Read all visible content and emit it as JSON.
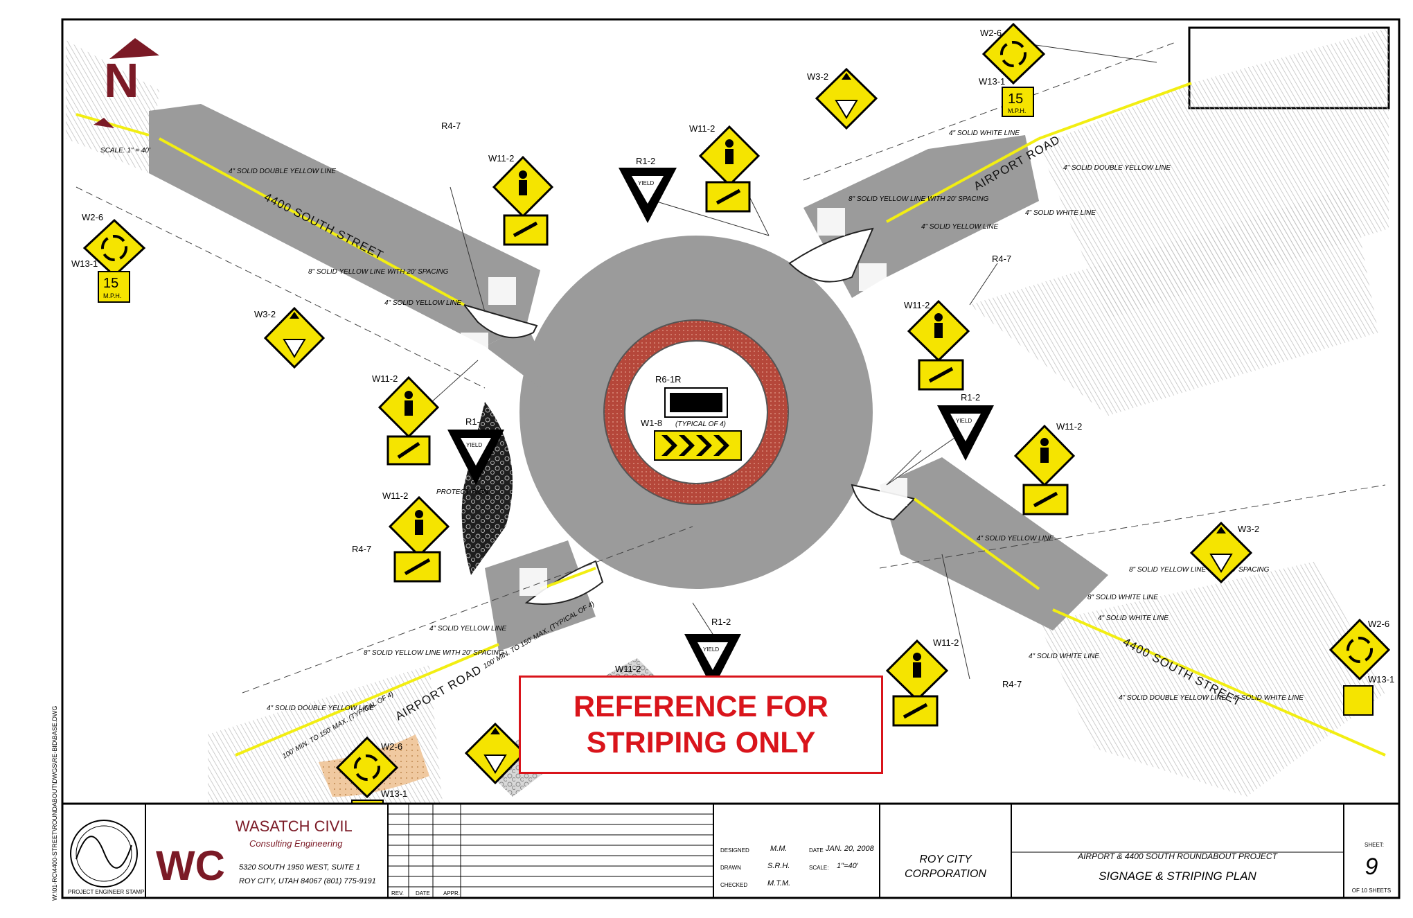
{
  "banner": {
    "line1": "REFERENCE FOR",
    "line2": "STRIPING ONLY"
  },
  "scale_note": "SCALE: 1\" = 40'",
  "streets": {
    "south_street_w": "4400 SOUTH STREET",
    "south_street_e": "4400 SOUTH STREET",
    "airport_road_ne": "AIRPORT ROAD",
    "airport_road_sw": "AIRPORT ROAD"
  },
  "sign_codes": {
    "w2_6": "W2-6",
    "w13_1": "W13-1",
    "w3_2": "W3-2",
    "w11_2": "W11-2",
    "r1_2": "R1-2",
    "r4_7": "R4-7",
    "r6_1r": "R6-1R",
    "w1_8": "W1-8",
    "typical_of_4": "(TYPICAL OF 4)",
    "r1": "R1-",
    "speed": "15",
    "mph": "M.P.H.",
    "yield": "YIELD",
    "protect_sign": "PROTECT SIGN"
  },
  "striping_notes": {
    "n1": "4\" SOLID DOUBLE YELLOW LINE",
    "n2": "8\" SOLID YELLOW LINE WITH 20' SPACING",
    "n3": "4\" SOLID YELLOW LINE",
    "n4": "4\" SOLID WHITE LINE",
    "n5": "4\" SOLID DOUBLE YELLOW LINE",
    "n6": "4\" SOLID WHITE LINE",
    "n7": "8\" SOLID YELLOW LINE WITH 20' SPACING",
    "n8": "4\" SOLID YELLOW LINE",
    "n9": "4\" SOLID YELLOW LINE",
    "n10": "8\" SOLID YELLOW LINE WITH 20' SPACING",
    "n11": "8\" SOLID WHITE LINE",
    "n12": "4\" SOLID WHITE LINE",
    "n13": "4\" SOLID WHITE LINE",
    "n14": "4\" SOLID DOUBLE YELLOW LINE",
    "n15": "4\" SOLID WHITE LINE",
    "n16": "4\" SOLID YELLOW LINE",
    "n17": "8\" SOLID YELLOW LINE WITH 20' SPACING",
    "n18": "4\" SOLID DOUBLE YELLOW LINE",
    "spacing1": "100' MIN. TO 150' MAX. (TYPICAL OF 4)",
    "spacing2": "100' MIN. TO 150' MAX. (TYPICAL OF 4)"
  },
  "title_block": {
    "firm_logo": "WC",
    "firm_name": "WASATCH CIVIL",
    "firm_sub": "Consulting Engineering",
    "firm_addr1": "5320 SOUTH 1950 WEST, SUITE 1",
    "firm_addr2": "ROY CITY, UTAH 84067 (801) 775-9191",
    "stamp_label": "PROJECT ENGINEER STAMP",
    "rev_cols": [
      "REV.",
      "DATE",
      "APPR."
    ],
    "designed_label": "DESIGNED",
    "designed": "M.M.",
    "drawn_label": "DRAWN",
    "drawn": "S.R.H.",
    "checked_label": "CHECKED",
    "checked": "M.T.M.",
    "date_label": "DATE",
    "date": "JAN. 20, 2008",
    "scale_label": "SCALE:",
    "scale": "1\"=40'",
    "client1": "ROY CITY",
    "client2": "CORPORATION",
    "project": "AIRPORT & 4400 SOUTH ROUNDABOUT PROJECT",
    "sheet_title": "SIGNAGE & STRIPING PLAN",
    "sheet_label": "SHEET:",
    "sheet_no": "9",
    "sheet_of": "OF 10 SHEETS"
  },
  "side_path": "W:\\01-RC\\4400-STREET\\ROUNDABOUT\\DWGS\\RE-BID\\BASE.DWG",
  "colors": {
    "sign_yellow": "#f5e400",
    "asphalt": "#9b9b9b",
    "stripe_yellow": "#f2ee12",
    "brick": "#b5473a",
    "ref_red": "#d9141b",
    "firm_red": "#7b1a26"
  }
}
